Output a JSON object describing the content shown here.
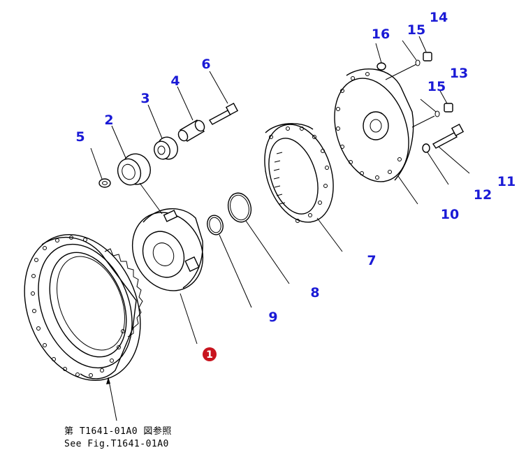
{
  "diagram": {
    "callouts": [
      {
        "id": "1",
        "label": "1",
        "highlighted": true
      },
      {
        "id": "2",
        "label": "2"
      },
      {
        "id": "3",
        "label": "3"
      },
      {
        "id": "4",
        "label": "4"
      },
      {
        "id": "5",
        "label": "5"
      },
      {
        "id": "6",
        "label": "6"
      },
      {
        "id": "7",
        "label": "7"
      },
      {
        "id": "8",
        "label": "8"
      },
      {
        "id": "9",
        "label": "9"
      },
      {
        "id": "10",
        "label": "10"
      },
      {
        "id": "11",
        "label": "11"
      },
      {
        "id": "12",
        "label": "12"
      },
      {
        "id": "13",
        "label": "13"
      },
      {
        "id": "14",
        "label": "14"
      },
      {
        "id": "15a",
        "label": "15"
      },
      {
        "id": "15b",
        "label": "15"
      },
      {
        "id": "16",
        "label": "16"
      }
    ],
    "reference_note": {
      "line1": "第 T1641-01A0 図参照",
      "line2": "See Fig.T1641-01A0"
    },
    "colors": {
      "callout_text": "#1a1ad6",
      "badge_fill": "#c8141e",
      "line": "#000000"
    }
  }
}
